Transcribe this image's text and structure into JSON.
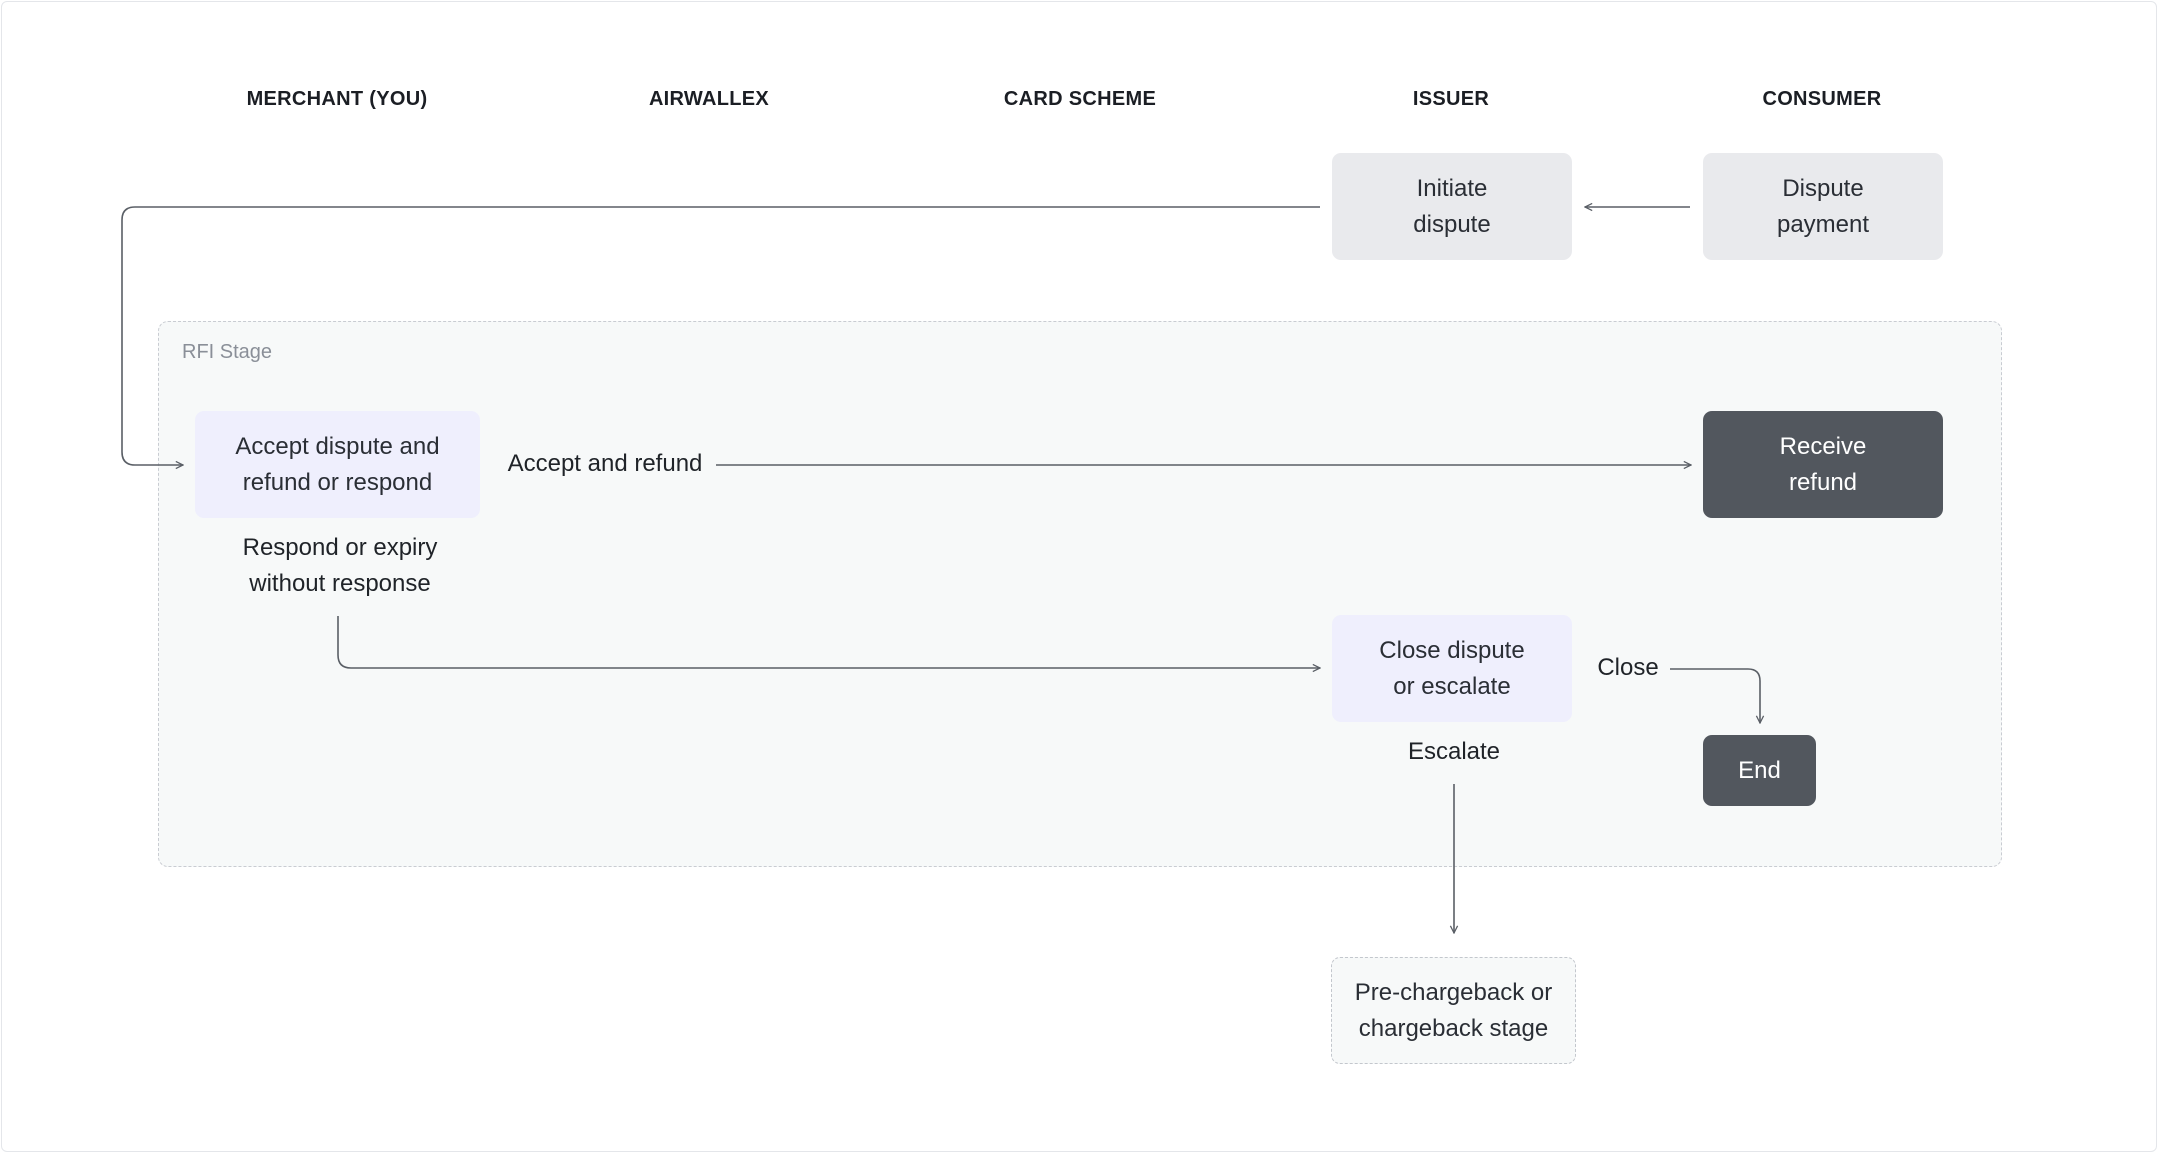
{
  "lanes": [
    "MERCHANT (YOU)",
    "AIRWALLEX",
    "CARD SCHEME",
    "ISSUER",
    "CONSUMER"
  ],
  "stage": {
    "label": "RFI Stage"
  },
  "nodes": {
    "initiate_dispute": "Initiate\ndispute",
    "dispute_payment": "Dispute\npayment",
    "accept_or_respond": "Accept dispute and\nrefund or respond",
    "receive_refund": "Receive\nrefund",
    "close_or_escalate": "Close dispute\nor escalate",
    "end": "End",
    "next_stage": "Pre-chargeback or\nchargeback stage"
  },
  "edge_labels": {
    "accept_and_refund": "Accept and refund",
    "respond_or_expiry": "Respond or expiry\nwithout response",
    "close": "Close",
    "escalate": "Escalate"
  },
  "colors": {
    "grey_node": "#e9eaed",
    "lilac_node": "#efeffd",
    "dark_node": "#52575e",
    "stage_bg": "#f7f9f9",
    "line": "#5a5f66"
  }
}
